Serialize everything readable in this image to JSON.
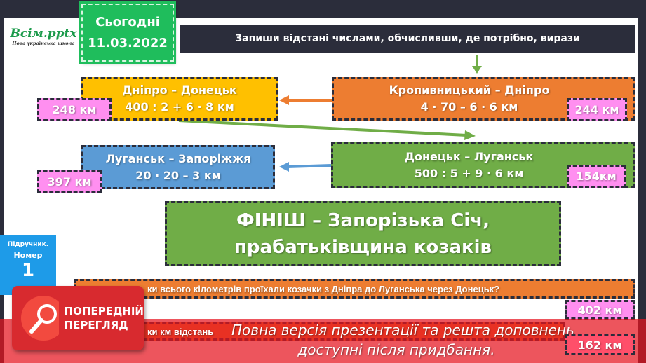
{
  "logo": {
    "brand": "Всім.pptx",
    "tagline": "Нова українська школа"
  },
  "date_tag": {
    "label": "Сьогодні",
    "date": "11.03.2022"
  },
  "title": "Запиши відстані числами, обчисливши, де потрібно, вирази",
  "routes": [
    {
      "name": "Дніпро – Донецьк",
      "expr": "400 : 2 + 6 · 8 км",
      "answer": "248 км",
      "color": "#ffc000"
    },
    {
      "name": "Кропивницький – Дніпро",
      "expr": "4 · 70 – 6 · 6 км",
      "answer": "244 км",
      "color": "#ed7d31"
    },
    {
      "name": "Луганськ – Запоріжжя",
      "expr": "20 · 20 – 3 км",
      "answer": "397 км",
      "color": "#5b9bd5"
    },
    {
      "name": "Донецьк – Луганськ",
      "expr": "500 : 5 + 9 · 6 км",
      "answer": "154км",
      "color": "#70ad47"
    }
  ],
  "finish": {
    "line1": "ФІНІШ – Запорізька Січ,",
    "line2": "прабатьківщина козаків"
  },
  "textbook": {
    "label": "Підручник.",
    "number_label": "Номер",
    "number": "1"
  },
  "question1": {
    "text": "ки всього кілометрів проїхали козачки з Дніпра до Луганська через Донецьк?",
    "answer": "402 км"
  },
  "question2": {
    "text": "ки км відстань",
    "answer": "162 км"
  },
  "preview": {
    "badge_line1": "ПОПЕРЕДНІЙ",
    "badge_line2": "ПЕРЕГЛЯД",
    "message_line1": "Повна версія презентації та решта доповнень",
    "message_line2": "доступні після придбання."
  }
}
